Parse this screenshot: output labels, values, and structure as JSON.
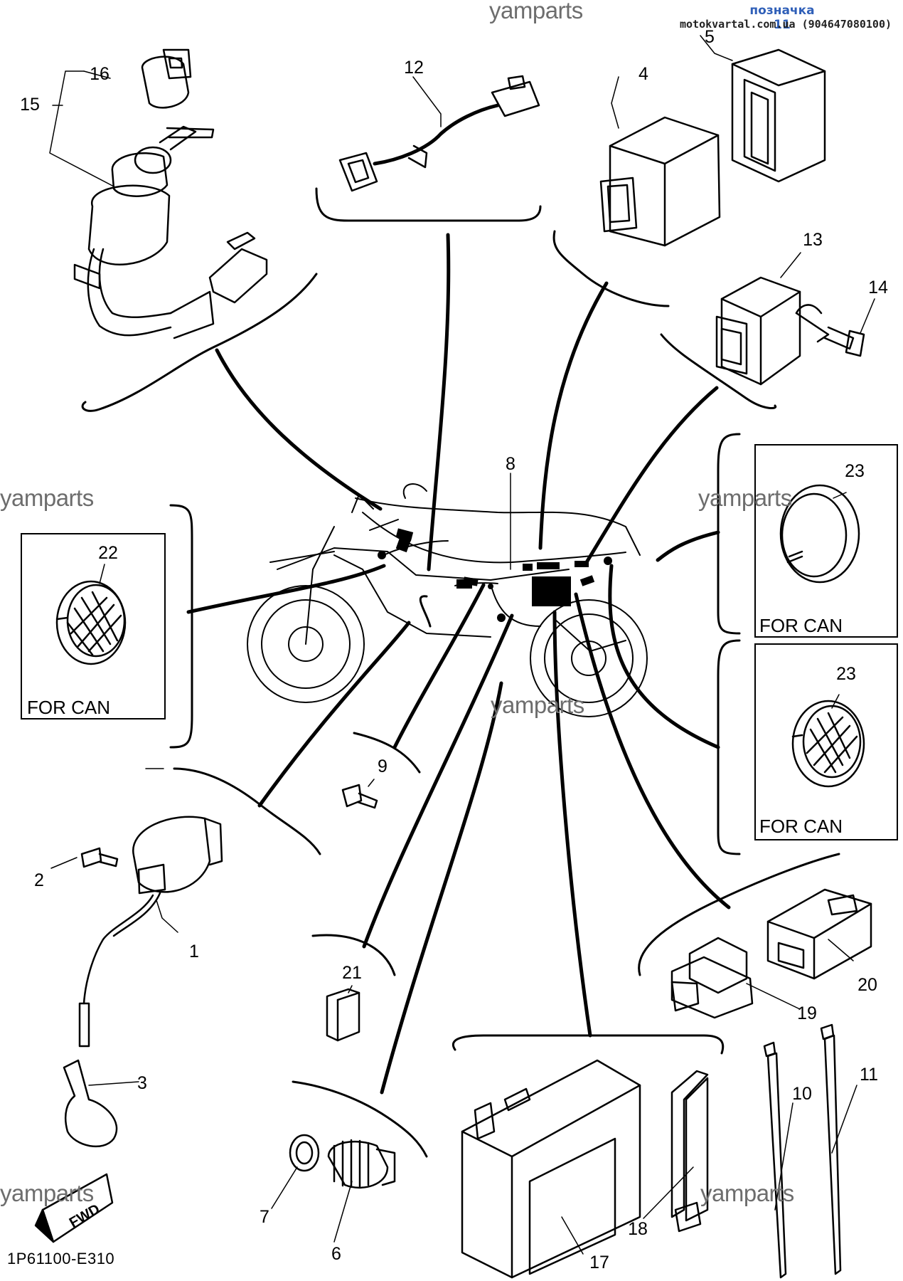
{
  "header": {
    "label": "позначка 11",
    "site": "motokvartal.com.ua (904647080100)"
  },
  "watermark": "yamparts",
  "document_code": "1P61100-E310",
  "fwd_label": "FWD",
  "for_can_label": "FOR CAN",
  "callouts": [
    "1",
    "2",
    "3",
    "4",
    "5",
    "6",
    "7",
    "8",
    "9",
    "10",
    "11",
    "12",
    "13",
    "14",
    "15",
    "16",
    "17",
    "18",
    "19",
    "20",
    "21",
    "22",
    "23"
  ]
}
